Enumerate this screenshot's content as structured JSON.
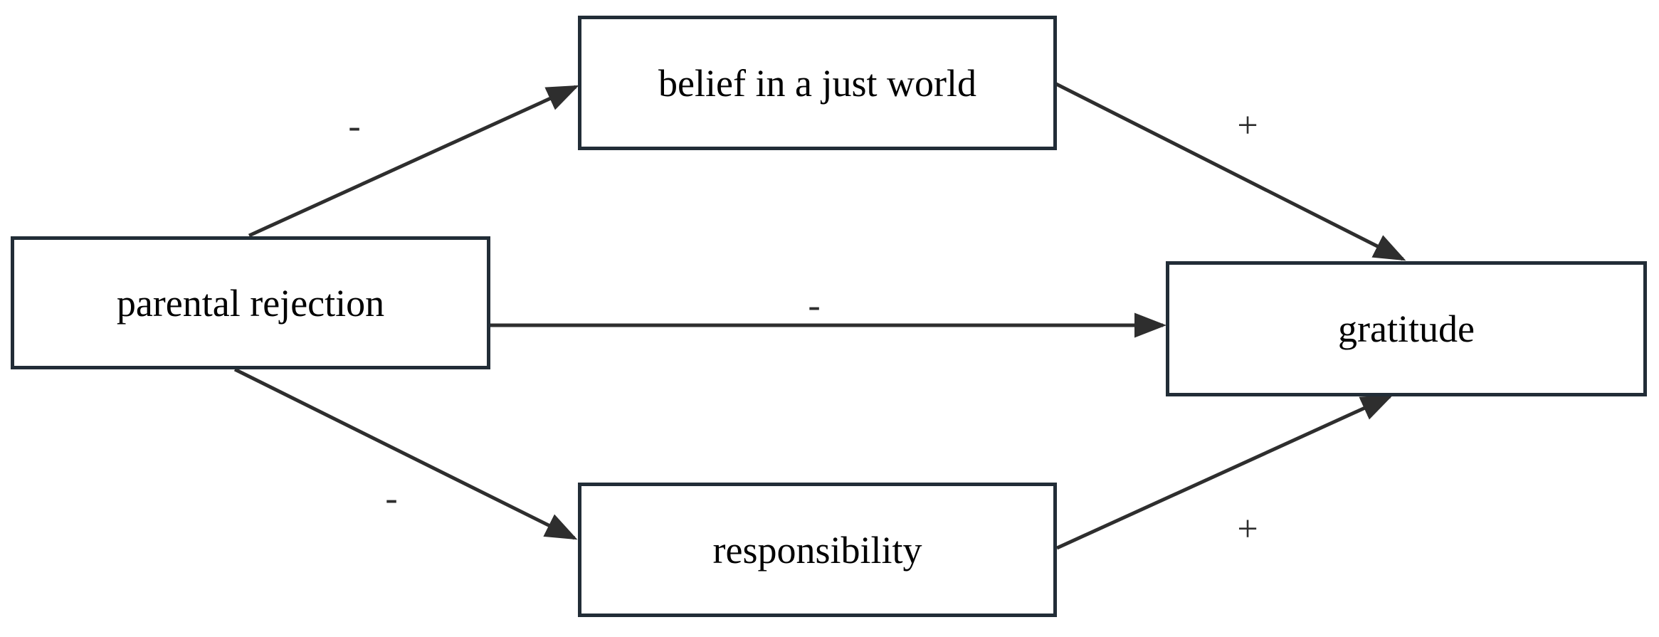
{
  "diagram": {
    "nodes": [
      {
        "id": "parental-rejection",
        "label": "parental rejection"
      },
      {
        "id": "belief-in-a-just-world",
        "label": "belief in a just world"
      },
      {
        "id": "responsibility",
        "label": "responsibility"
      },
      {
        "id": "gratitude",
        "label": "gratitude"
      }
    ],
    "edges": [
      {
        "from": "parental rejection",
        "to": "belief in a just world",
        "sign": "-"
      },
      {
        "from": "parental rejection",
        "to": "gratitude",
        "sign": "-"
      },
      {
        "from": "parental rejection",
        "to": "responsibility",
        "sign": "-"
      },
      {
        "from": "belief in a just world",
        "to": "gratitude",
        "sign": "+"
      },
      {
        "from": "responsibility",
        "to": "gratitude",
        "sign": "+"
      }
    ],
    "colors": {
      "background": "#ffffff",
      "box_border": "#222d37",
      "arrow": "#2e2e2e",
      "text": "#000000"
    }
  }
}
